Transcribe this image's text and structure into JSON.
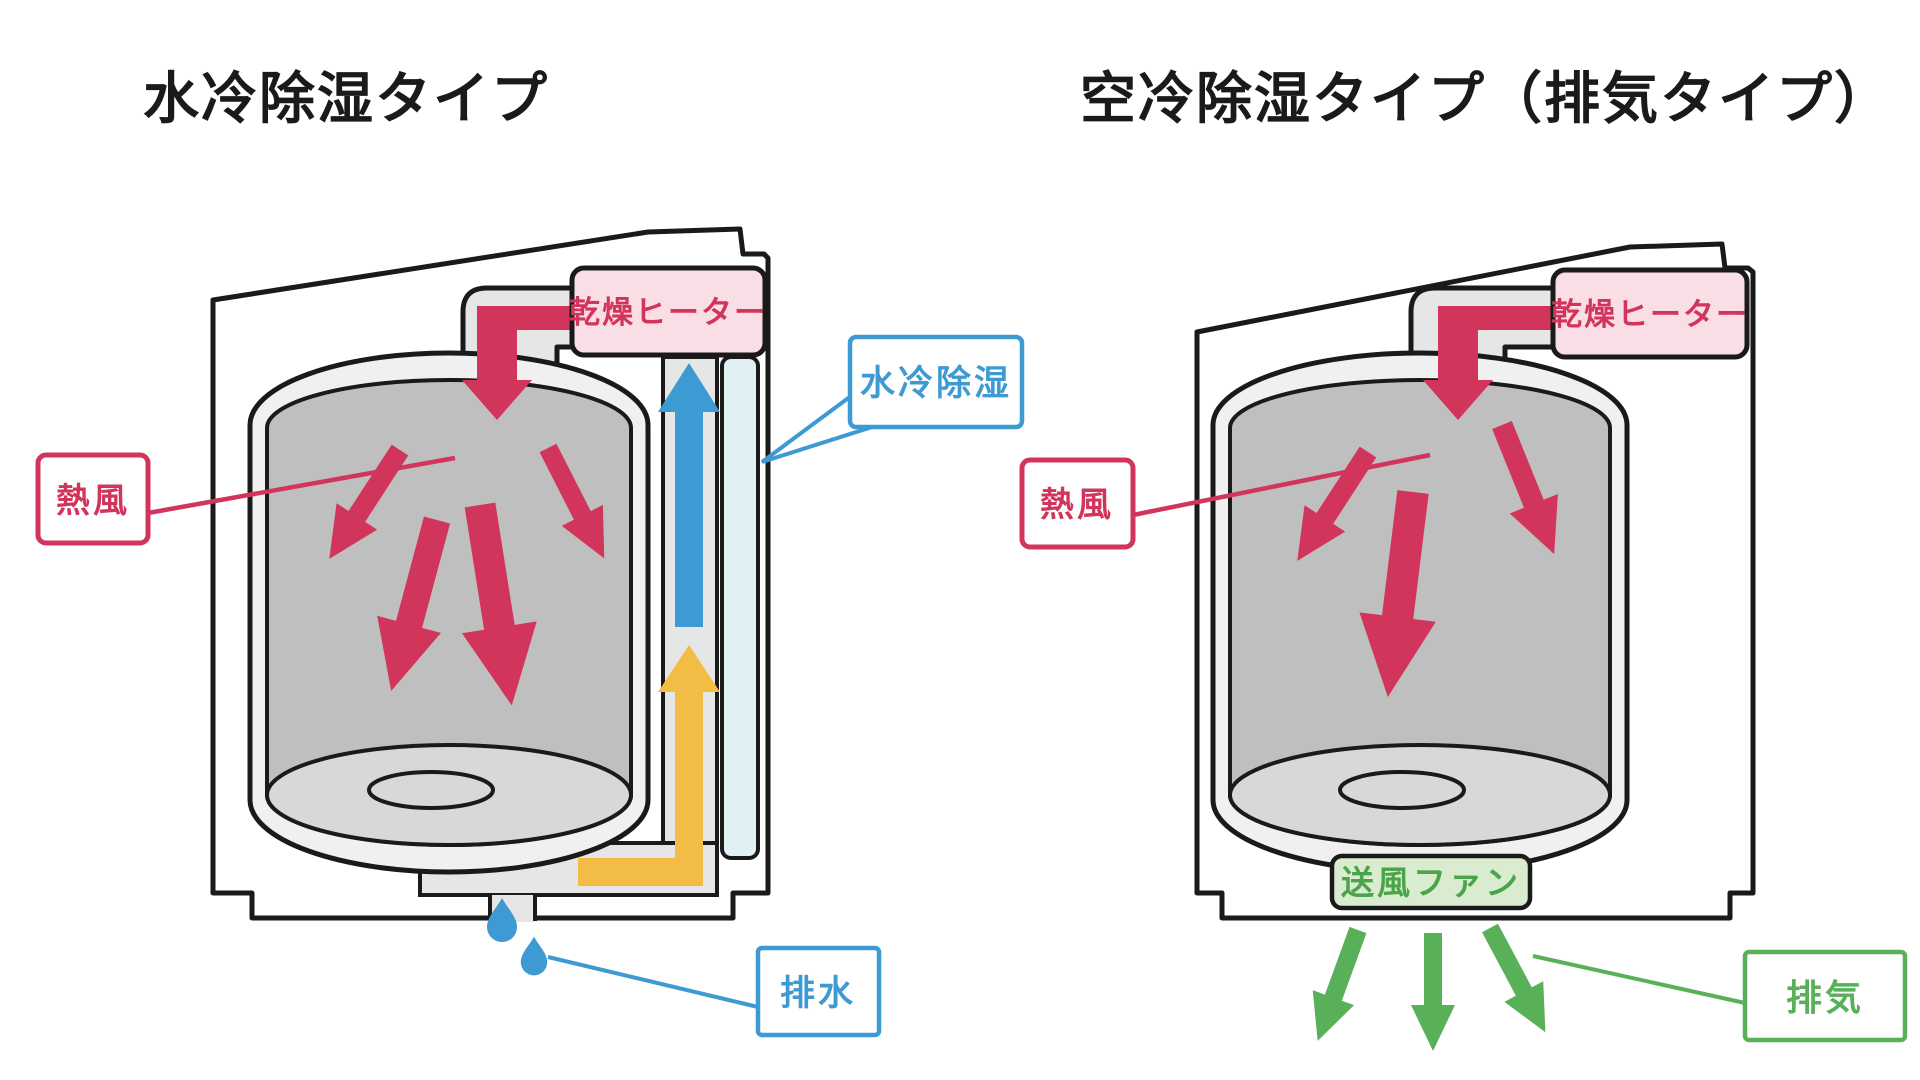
{
  "left": {
    "title": "水冷除湿タイプ",
    "heater_label": "乾燥ヒーター",
    "hot_air_label": "熱風",
    "water_cool_label": "水冷除湿",
    "drain_label": "排水"
  },
  "right": {
    "title": "空冷除湿タイプ（排気タイプ）",
    "heater_label": "乾燥ヒーター",
    "hot_air_label": "熱風",
    "fan_label": "送風ファン",
    "exhaust_label": "排気"
  },
  "colors": {
    "outline": "#1a1a1a",
    "crimson_arrow": "#d2355c",
    "heater_box_fill": "#fadee5",
    "blue_accent": "#3d9ad2",
    "water_panel_cyan": "#e0f0f3",
    "drain_yellow": "#f2bc45",
    "exhaust_green": "#58b158",
    "fan_box_fill": "#d9ecd0",
    "machine_gray": "#e6e6e6",
    "drum_gray": "#bfbfbf",
    "drum_floor_gray": "#d8d8d8",
    "shell_gray": "#f0f0f0"
  }
}
